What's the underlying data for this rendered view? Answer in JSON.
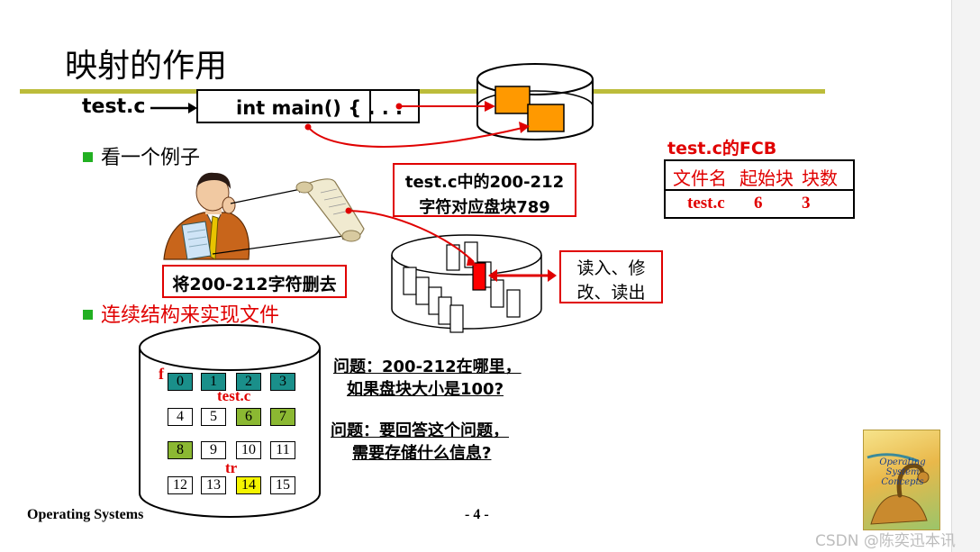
{
  "slide": {
    "title": "映射的作用",
    "source_label": "test.c",
    "code_text": "int main() { . . .",
    "bullets": [
      {
        "text": "看一个例子"
      },
      {
        "text": "连续结构来实现文件"
      }
    ],
    "callout_map": {
      "line1": "test.c中的200-212",
      "line2": "字符对应盘块789"
    },
    "delete_note": "将200-212字符删去",
    "rw_note": {
      "line1": "读入、修",
      "line2": "改、读出"
    },
    "fcb": {
      "caption": "test.c的FCB",
      "headers": [
        "文件名",
        "起始块",
        "块数"
      ],
      "row": [
        "test.c",
        "6",
        "3"
      ]
    },
    "disk": {
      "pointer_f": "f",
      "pointer_tr": "tr",
      "file_label": "test.c",
      "blocks": [
        {
          "n": "0",
          "color": "#1a8f8a"
        },
        {
          "n": "1",
          "color": "#1a8f8a"
        },
        {
          "n": "2",
          "color": "#1a8f8a"
        },
        {
          "n": "3",
          "color": "#1a8f8a"
        },
        {
          "n": "4",
          "color": "#ffffff"
        },
        {
          "n": "5",
          "color": "#ffffff"
        },
        {
          "n": "6",
          "color": "#8bb832"
        },
        {
          "n": "7",
          "color": "#8bb832"
        },
        {
          "n": "8",
          "color": "#8bb832"
        },
        {
          "n": "9",
          "color": "#ffffff"
        },
        {
          "n": "10",
          "color": "#ffffff"
        },
        {
          "n": "11",
          "color": "#ffffff"
        },
        {
          "n": "12",
          "color": "#ffffff"
        },
        {
          "n": "13",
          "color": "#ffffff"
        },
        {
          "n": "14",
          "color": "#f5f500"
        },
        {
          "n": "15",
          "color": "#ffffff"
        }
      ]
    },
    "questions": [
      {
        "line1": "问题：200-212在哪里，",
        "line2": "如果盘块大小是100?"
      },
      {
        "line1": "问题：要回答这个问题，",
        "line2": "需要存储什么信息?"
      }
    ],
    "footer_left": "Operating Systems",
    "page_number": "- 4 -",
    "book_cover_text": "Operating System Concepts",
    "watermark": "CSDN @陈奕迅本讯"
  },
  "colors": {
    "accent_rule": "#bcbc3a",
    "bullet": "#22b022",
    "highlight_red": "#e00000",
    "disk_block_orange": "#ff9900"
  }
}
